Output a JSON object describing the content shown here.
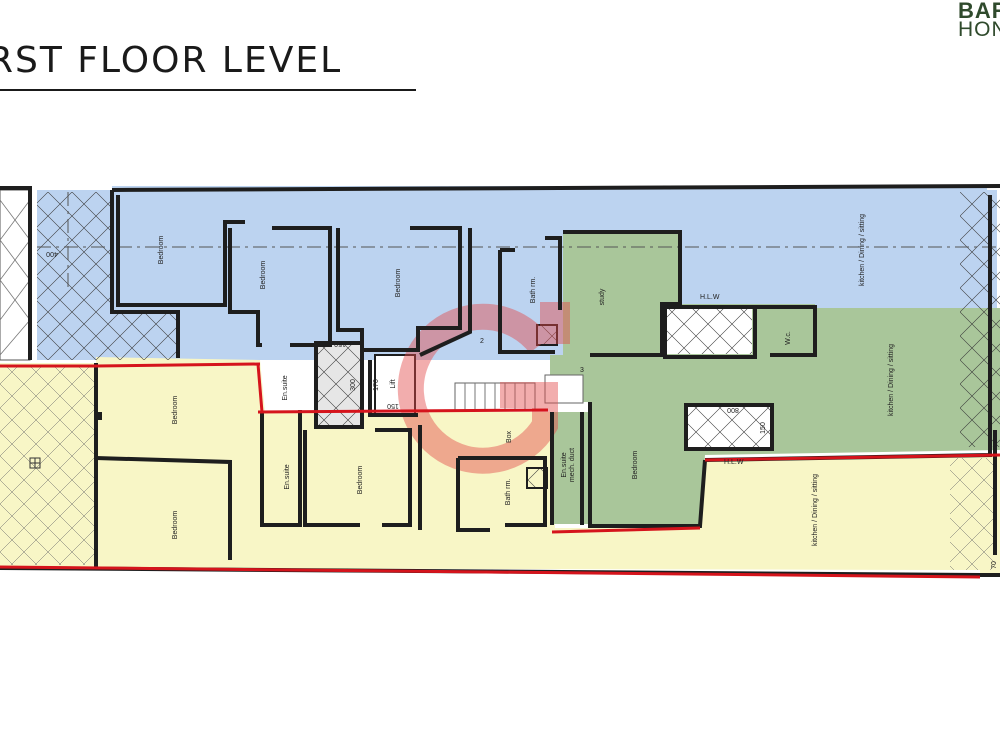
{
  "page": {
    "title": "RST FLOOR LEVEL",
    "brand_line1": "BAR",
    "brand_line2": "HON"
  },
  "colors": {
    "blue_zone": "#bcd3f0",
    "yellow_zone": "#f8f6c6",
    "green_zone": "#a9c69a",
    "wall": "#1e1e1e",
    "boundary": "#d5141c",
    "brand": "#2f4a2c",
    "watermark": "#e34a4a"
  },
  "rooms": {
    "blue_bedroom_1": "Bedroom",
    "blue_bedroom_2": "Bedroom",
    "blue_bedroom_3": "Bedroom",
    "blue_bath": "Bath rm.",
    "blue_kitchen": "kitchen / Dining / sitting",
    "blue_ensuite": "En.suite",
    "lift": "Lift",
    "green_study": "study",
    "green_wc": "W.c.",
    "green_kitchen": "kitchen / Dining / sitting",
    "green_bedroom": "Bedroom",
    "green_ensuite": "En.suite",
    "mech_duct": "mech. duct",
    "yellow_bedroom_1": "Bedroom",
    "yellow_bedroom_2": "Bedroom",
    "yellow_ensuite": "En.suite",
    "yellow_bedroom_3": "Bedroom",
    "yellow_bath": "Bath rm.",
    "yellow_box": "Box",
    "yellow_kitchen": "kitchen / Dining / sitting"
  },
  "labels": {
    "hlw_top": "H.L.W",
    "hlw_bottom": "H.L.W",
    "dim_150_top": "150",
    "dim_300": "300",
    "dim_170": "170",
    "dim_150_lift": "150",
    "dim_800": "800",
    "dim_150_right": "150",
    "dim_400_left": "400",
    "dim_70": "70",
    "stair_2": "2",
    "stair_3": "3"
  }
}
